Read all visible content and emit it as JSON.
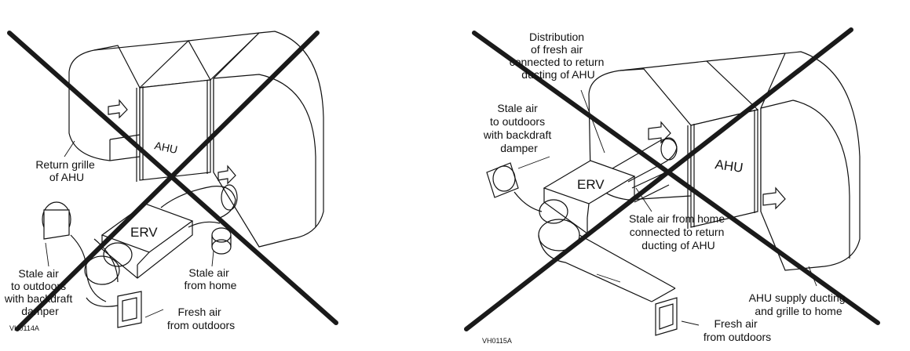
{
  "left_diagram": {
    "box_label": "ERV",
    "ahu_label": "AHU",
    "labels": {
      "return_grille": [
        "Return grille",
        "of AHU"
      ],
      "stale_to_outdoors": [
        "Stale air",
        "to outdoors",
        "with backdraft",
        "damper"
      ],
      "fresh_air": [
        "Fresh air",
        "from outdoors"
      ],
      "stale_from_home": [
        "Stale air",
        "from home"
      ]
    },
    "figure_code": "VH0114A"
  },
  "right_diagram": {
    "box_label": "ERV",
    "ahu_label": "AHU",
    "labels": {
      "distribution": [
        "Distribution",
        "of fresh air",
        "connected to return",
        "ducting of AHU"
      ],
      "stale_to_outdoors": [
        "Stale air",
        "to outdoors",
        "with backdraft",
        "damper"
      ],
      "stale_from_home": [
        "Stale air from home",
        "connected to return",
        "ducting of AHU"
      ],
      "ahu_supply": [
        "AHU supply ducting",
        "and grille to home"
      ],
      "fresh_air": [
        "Fresh air",
        "from outdoors"
      ]
    },
    "figure_code": "VH0115A"
  }
}
